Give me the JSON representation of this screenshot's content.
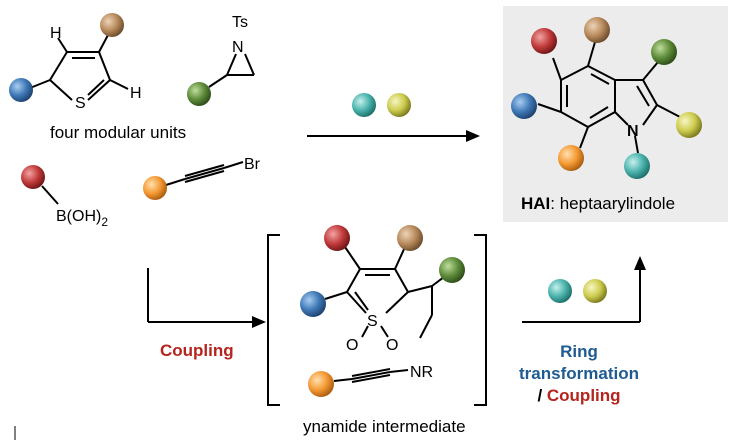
{
  "units": {
    "thiophene_h1": "H",
    "thiophene_h2": "H",
    "thiophene_s": "S",
    "aziridine_ts": "Ts",
    "aziridine_n": "N",
    "caption": "four modular units",
    "boronic": "B(OH)",
    "boronic_sub": "2",
    "alkyne_br": "Br"
  },
  "product": {
    "n": "N",
    "name_bold": "HAI",
    "name_rest": ": heptaarylindole"
  },
  "intermediate": {
    "s": "S",
    "o1": "O",
    "o2": "O",
    "nr": "NR",
    "caption": "ynamide intermediate"
  },
  "labels": {
    "coupling": "Coupling",
    "ring1": "Ring",
    "ring2": "transformation",
    "slash": "/ ",
    "coupling2": "Coupling"
  },
  "colors": {
    "coupling_red": "#b5251e",
    "ring_blue": "#1f5b91",
    "product_box": "#ececec",
    "sphere_blue": "#3f79b6",
    "sphere_brown": "#b88a5c",
    "sphere_green": "#5e8c3a",
    "sphere_red": "#c23b3b",
    "sphere_orange": "#f49a34",
    "sphere_teal": "#4bb3ad",
    "sphere_yellow": "#cdcc4e"
  }
}
